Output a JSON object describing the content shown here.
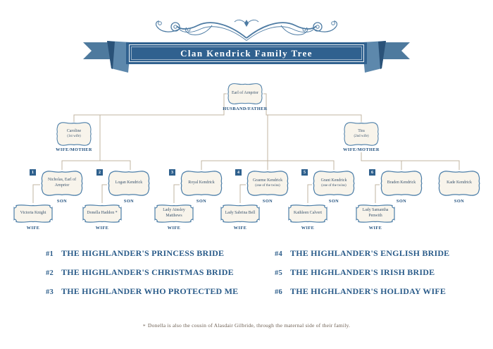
{
  "banner": {
    "title": "Clan Kendrick Family Tree"
  },
  "tree": {
    "father": {
      "name": "Earl of Arnprior",
      "role": "HUSBAND/FATHER"
    },
    "mothers": [
      {
        "name": "Caroline",
        "note": "(1st wife)",
        "role": "WIFE/MOTHER"
      },
      {
        "name": "Tira",
        "note": "(2nd wife)",
        "role": "WIFE/MOTHER"
      }
    ],
    "sons": [
      {
        "badge": "1",
        "name": "Nicholas, Earl of Arnprior",
        "note": "",
        "role": "SON"
      },
      {
        "badge": "2",
        "name": "Logan Kendrick",
        "note": "",
        "role": "SON"
      },
      {
        "badge": "3",
        "name": "Royal Kendrick",
        "note": "",
        "role": "SON"
      },
      {
        "badge": "4",
        "name": "Graeme Kendrick",
        "note": "(one of the twins)",
        "role": "SON"
      },
      {
        "badge": "5",
        "name": "Grant Kendrick",
        "note": "(one of the twins)",
        "role": "SON"
      },
      {
        "badge": "6",
        "name": "Braden Kendrick",
        "note": "",
        "role": "SON"
      },
      {
        "badge": "",
        "name": "Kade Kendrick",
        "note": "",
        "role": "SON"
      }
    ],
    "wives": [
      {
        "name": "Victoria Knight",
        "role": "WIFE"
      },
      {
        "name": "Donella Haddon *",
        "role": "WIFE"
      },
      {
        "name": "Lady Ainsley Matthews",
        "role": "WIFE"
      },
      {
        "name": "Lady Sabrina Bell",
        "role": "WIFE"
      },
      {
        "name": "Kathleen Calvert",
        "role": "WIFE"
      },
      {
        "name": "Lady Samantha Penwith",
        "role": "WIFE"
      }
    ]
  },
  "books": {
    "items": [
      {
        "num": "#1",
        "title": "THE HIGHLANDER'S PRINCESS BRIDE"
      },
      {
        "num": "#2",
        "title": "THE HIGHLANDER'S CHRISTMAS BRIDE"
      },
      {
        "num": "#3",
        "title": "THE HIGHLANDER WHO PROTECTED ME"
      },
      {
        "num": "#4",
        "title": "THE HIGHLANDER'S ENGLISH BRIDE"
      },
      {
        "num": "#5",
        "title": "THE HIGHLANDER'S IRISH BRIDE"
      },
      {
        "num": "#6",
        "title": "THE HIGHLANDER'S HOLIDAY WIFE"
      }
    ]
  },
  "footnote": {
    "bullet": "*",
    "text": "Donella is also the cousin of Alasdair Gilbride, through the maternal side of their family."
  },
  "colors": {
    "band": "#30618f",
    "tail": "#5681a7",
    "fold": "#1f4263",
    "flourish": "#4d7ba3",
    "box_border": "#4d7fa9",
    "box_fill": "#f8f4eb",
    "label": "#1d4d7c",
    "connector": "#c2b4a2",
    "book_text": "#2b5c8a",
    "footnote_text": "#6f6154"
  }
}
